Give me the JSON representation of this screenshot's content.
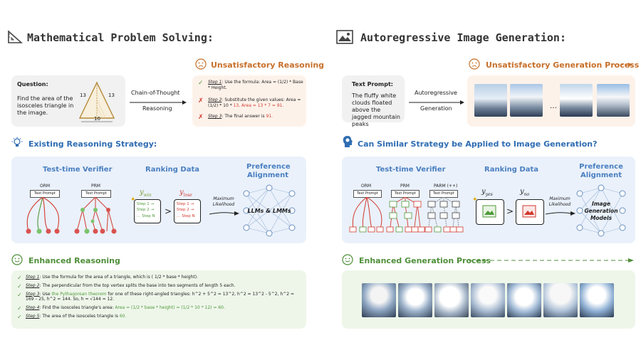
{
  "left": {
    "title": "Mathematical Problem Solving:",
    "question_label": "Question:",
    "question_text": "Find the area of the isosceles triangle in the image.",
    "tri_side_left": "13",
    "tri_side_right": "13",
    "tri_base": "10",
    "arrow_top": "Chain-of-Thought",
    "arrow_bottom": "Reasoning",
    "unsat_title": "Unsatisfactory Reasoning",
    "steps": [
      {
        "mark": "✓",
        "label": "Step 1",
        "text": ": Use the formula: Area = (1/2) * Base * Height.",
        "extra": ""
      },
      {
        "mark": "✗",
        "label": "Step 2",
        "text": ": Substitute the given values: Area = (1/2) * 10 * ",
        "extra": "13, Area = 13 * 7 = 91."
      },
      {
        "mark": "✗",
        "label": "Step 3",
        "text": ": The final answer is ",
        "extra": "91."
      }
    ],
    "existing_title": "Existing Reasoning Strategy:",
    "verifier_title": "Test-time Verifier",
    "orm": "ORM",
    "prm": "PRM",
    "text_prompt_box": "Text Prompt",
    "ranking_title": "Ranking Data",
    "y_win": "y",
    "y_win_sub": "win",
    "y_lose": "y",
    "y_lose_sub": "lose",
    "rank_steps": [
      "Step 1 →",
      "Step 2 →",
      "… Step N"
    ],
    "gt": ">",
    "ml_label": "Maximum Likelihood",
    "pref_title": "Preference Alignment",
    "llm_label": "LLMs & LMMs",
    "enhanced_title": "Enhanced Reasoning",
    "enh_steps": [
      {
        "label": "Step 1",
        "text": ": Use the formula for the area of a triangle, which is ( 1/2 * base * height).",
        "hl": "",
        "tail": ""
      },
      {
        "label": "Step 2",
        "text": ": The perpendicular from the top vertex splits the base into two segments of length 5 each.",
        "hl": "",
        "tail": ""
      },
      {
        "label": "Step 3",
        "text": ": Use ",
        "hl": "the Pythagorean theorem",
        "tail": " for one of these right-angled triangles: h^2 + 5^2 = 13^2, h^2 = 13^2 - 5^2, h^2 = 169 – 25, h^2 = 144. So, h = √144 = 12."
      },
      {
        "label": "Step 4",
        "text": ": Find the isosceles triangle's area: ",
        "hl": "Area = (1/2 * base * height) = (1/2 * 10 * 12)  = 60.",
        "tail": ""
      },
      {
        "label": "Step 5",
        "text": ": The area of the isosceles triangle is ",
        "hl": "60.",
        "tail": ""
      }
    ]
  },
  "right": {
    "title": "Autoregressive Image Generation:",
    "prompt_label": "Text Prompt:",
    "prompt_text": "The fluffy white clouds floated above the jagged mountain peaks",
    "arrow_top": "Autoregressive",
    "arrow_bottom": "Generation",
    "unsat_title": "Unsatisfactory Generation Process",
    "ellipsis": "…",
    "similar_title": "Can Similar Strategy be Applied to Image Generation?",
    "verifier_title": "Test-time Verifier",
    "orm": "ORM",
    "prm": "PRM",
    "parm": "PARM (++)",
    "text_prompt_box": "Text Prompt",
    "ranking_title": "Ranking Data",
    "y_yes": "y",
    "y_yes_sub": "yes",
    "y_no": "y",
    "y_no_sub": "no",
    "gt": ">",
    "ml_label": "Maximum Likelihood",
    "pref_title": "Preference Alignment",
    "igm_label": "Image Generation Models",
    "enhanced_title": "Enhanced Generation Process"
  },
  "colors": {
    "orange": "#c8702a",
    "blue": "#2f6db3",
    "green": "#4f8f3a",
    "red": "#d23a2f",
    "bg_orange": "#fdf2ea",
    "bg_blue": "#eaf1fb",
    "bg_green": "#eef6ea"
  },
  "icons": [
    "ruler-triangle-icon",
    "image-icon",
    "sad-face-icon",
    "lightbulb-icon",
    "head-bulb-icon",
    "smile-face-icon",
    "check-icon",
    "cross-icon",
    "arrow-right-icon",
    "sparkle-icon"
  ]
}
